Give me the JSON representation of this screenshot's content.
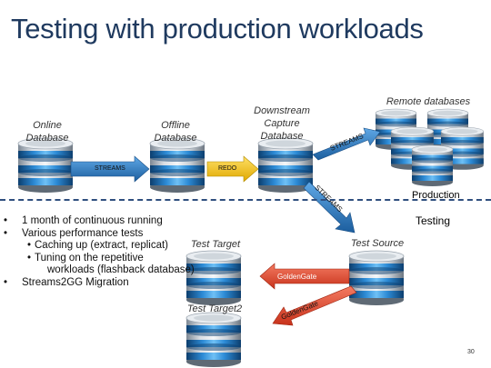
{
  "title": "Testing with production workloads",
  "labels": {
    "online_db": [
      "Online",
      "Database"
    ],
    "offline_db": [
      "Offline",
      "Database"
    ],
    "downstream_db": [
      "Downstream",
      "Capture",
      "Database"
    ],
    "remote_dbs": "Remote databases",
    "production": "Production",
    "testing": "Testing",
    "test_target": "Test Target",
    "test_source": "Test Source",
    "test_target2": "Test Target2"
  },
  "arrows": {
    "streams_1": "STREAMS",
    "redo": "REDO",
    "streams_2": "STREAMS",
    "streams_3": "STREAMS",
    "goldengate_1": "GoldenGate",
    "goldengate_2": "GoldenGate"
  },
  "bullets": [
    {
      "level": 1,
      "marker": "•",
      "text": "1 month of continuous running"
    },
    {
      "level": 1,
      "marker": "•",
      "text": "Various performance tests"
    },
    {
      "level": 2,
      "marker": "•",
      "text": "Caching up (extract, replicat)"
    },
    {
      "level": 2,
      "marker": "•",
      "text": "Tuning on the repetitive"
    },
    {
      "level": 3,
      "marker": "",
      "text": "workloads (flashback database)"
    },
    {
      "level": 1,
      "marker": "•",
      "text": "Streams2GG Migration"
    }
  ],
  "page_number": "30",
  "colors": {
    "title": "#1f3a5f",
    "arrow_fill": "#2e75b6",
    "redo_arrow": "#f5c400",
    "goldengate_arrow": "#e8432a",
    "divider": "#2f4f7f"
  }
}
